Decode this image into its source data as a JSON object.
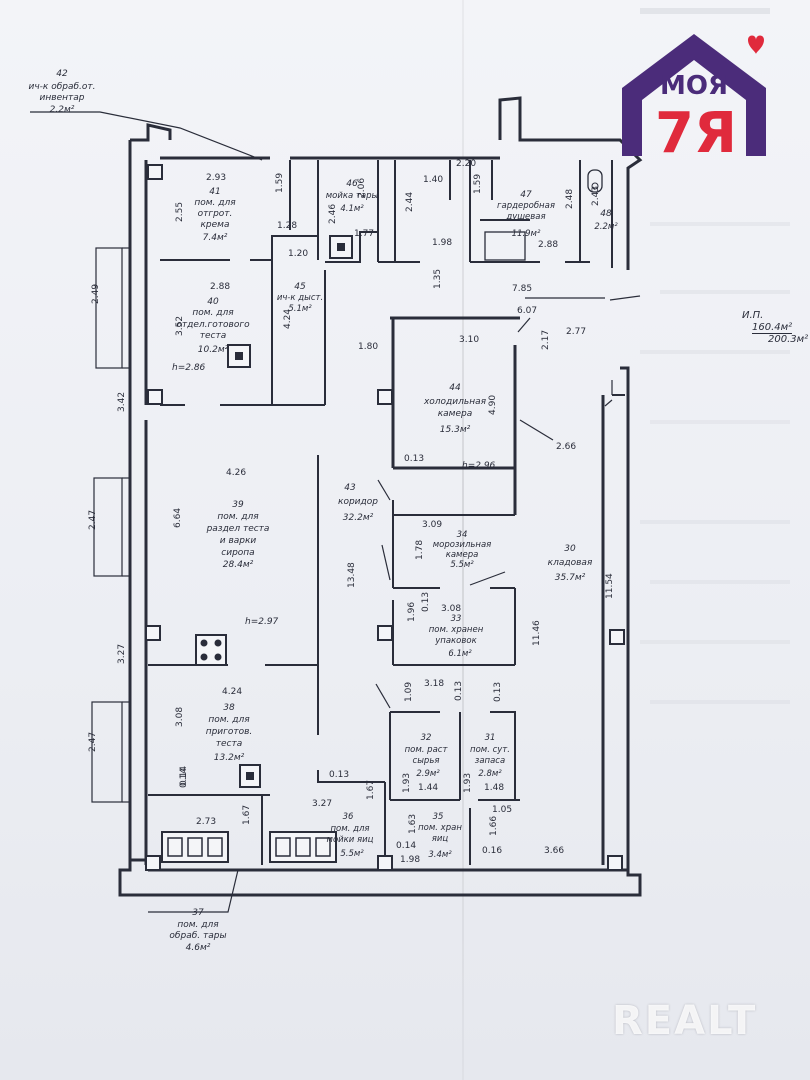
{
  "rooms": [
    {
      "number": "41",
      "name_lines": [
        "пом. для",
        "отгрот.",
        "крема"
      ],
      "area": "7.4м²"
    },
    {
      "number": "40",
      "name_lines": [
        "пом. для",
        "отдел.готового",
        "теста"
      ],
      "area": "10.2м²"
    },
    {
      "number": "45",
      "name_lines": [
        "ич-к дыст."
      ],
      "area": "5.1м²"
    },
    {
      "number": "46",
      "name_lines": [
        "мойка тары"
      ],
      "area": "4.1м²"
    },
    {
      "number": "47",
      "name_lines": [
        "гардеробная",
        "душевая"
      ],
      "area": "11.9м²"
    },
    {
      "number": "48",
      "name_lines": [],
      "area": "2.2м²"
    },
    {
      "number": "44",
      "name_lines": [
        "холодильная",
        "камера"
      ],
      "area": "15.3м²"
    },
    {
      "number": "43",
      "name_lines": [
        "коридор"
      ],
      "area": "32.2м²"
    },
    {
      "number": "39",
      "name_lines": [
        "пом. для",
        "раздел теста",
        "и варки",
        "сиропа"
      ],
      "area": "28.4м²"
    },
    {
      "number": "34",
      "name_lines": [
        "морозильная",
        "камера"
      ],
      "area": "5.5м²"
    },
    {
      "number": "33",
      "name_lines": [
        "пом. хранен",
        "упаковок"
      ],
      "area": "6.1м²"
    },
    {
      "number": "30",
      "name_lines": [
        "кладовая"
      ],
      "area": "35.7м²"
    },
    {
      "number": "38",
      "name_lines": [
        "пом. для",
        "приготов.",
        "теста"
      ],
      "area": "13.2м²"
    },
    {
      "number": "32",
      "name_lines": [
        "пом. раст",
        "сырья"
      ],
      "area": "2.9м²"
    },
    {
      "number": "31",
      "name_lines": [
        "пом. сут.",
        "запаса"
      ],
      "area": "2.8м²"
    },
    {
      "number": "36",
      "name_lines": [
        "пом. для",
        "мойки яиц"
      ],
      "area": "5.5м²"
    },
    {
      "number": "35",
      "name_lines": [
        "пом. хран",
        "яиц"
      ],
      "area": "3.4м²"
    }
  ],
  "callouts": {
    "c42": {
      "number": "42",
      "line1": "ич-к обраб.от.",
      "line2": "инвентар",
      "area": "2.2м²"
    },
    "c37": {
      "number": "37",
      "line1": "пом. для",
      "line2": "обраб. тары",
      "area": "4.6м²"
    }
  },
  "heights": [
    "h=2.86",
    "h=2.96",
    "h=2.97"
  ],
  "dimensions": {
    "h": [
      "2.93",
      "1.59",
      "1.28",
      "1.20",
      "2.88",
      "1.77",
      "1.40",
      "2.06",
      "1.98",
      "2.44",
      "1.35",
      "2.20",
      "1.59",
      "2.88",
      "2.48",
      "2.43",
      "7.85",
      "6.07",
      "2.77",
      "3.10",
      "1.80",
      "0.13",
      "4.26",
      "2.66",
      "3.09",
      "3.08",
      "3.18",
      "4.24",
      "0.13",
      "3.27",
      "2.73",
      "1.44",
      "1.48",
      "1.05",
      "1.98",
      "0.14",
      "0.16",
      "3.66",
      "1.63",
      "1.66",
      "0.14",
      "0.13",
      "1.93",
      "1.93",
      "1.09",
      "0.13"
    ],
    "v": [
      "2.55",
      "3.52",
      "4.24",
      "2.46",
      "2.17",
      "4.90",
      "6.64",
      "13.48",
      "1.78",
      "1.96",
      "0.13",
      "11.46",
      "11.54",
      "3.08",
      "1.67",
      "1.67",
      "2.49",
      "3.42",
      "2.47",
      "3.27",
      "2.47",
      "0.14"
    ]
  },
  "summary": {
    "label": "И.П.",
    "value1": "160.4м²",
    "value2": "200.3м²"
  },
  "logo": {
    "word1": "МОЯ",
    "word2": "7Я",
    "colors": {
      "roof": "#4b2c7a",
      "accent": "#e02a3c"
    }
  },
  "watermark": "REALT"
}
